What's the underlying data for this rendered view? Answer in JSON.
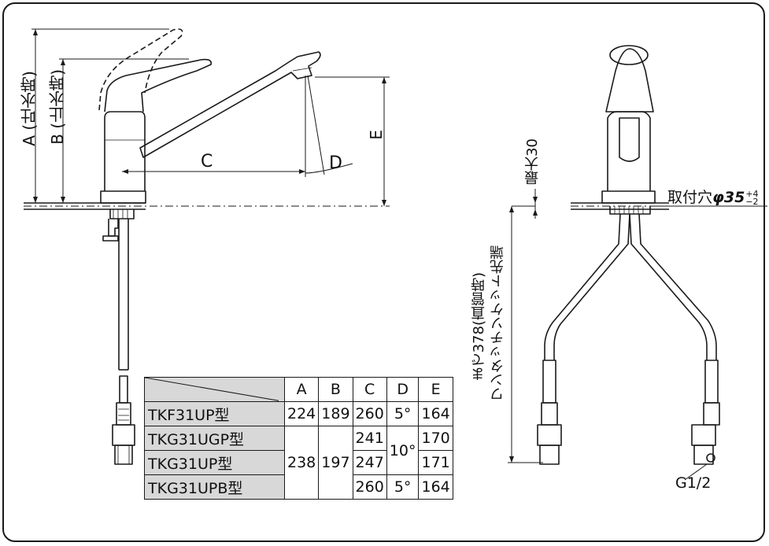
{
  "labels": {
    "A": "A (吐水時)",
    "B": "B (止水時)",
    "C": "C",
    "D": "D",
    "E": "E",
    "max30": "最大30",
    "hole_main": "取付穴",
    "hole_phi": "φ35",
    "hole_tol_upper": "+4",
    "hole_tol_lower": "−2",
    "socket_line1": "ワンタッチソケット先端",
    "socket_line2": "まで378(直管時)",
    "g12": "G1/2"
  },
  "table": {
    "headers": [
      "A",
      "B",
      "C",
      "D",
      "E"
    ],
    "rows": [
      {
        "model": "TKF31UP型",
        "A": "224",
        "B": "189",
        "C": "260",
        "D": "5°",
        "E": "164"
      },
      {
        "model": "TKG31UGP型",
        "C": "241",
        "E": "170"
      },
      {
        "model": "TKG31UP型",
        "C": "247",
        "E": "171"
      },
      {
        "model": "TKG31UPB型",
        "C": "260",
        "D": "5°",
        "E": "164"
      }
    ],
    "merged": {
      "A": "238",
      "B": "197",
      "D": "10°"
    }
  }
}
